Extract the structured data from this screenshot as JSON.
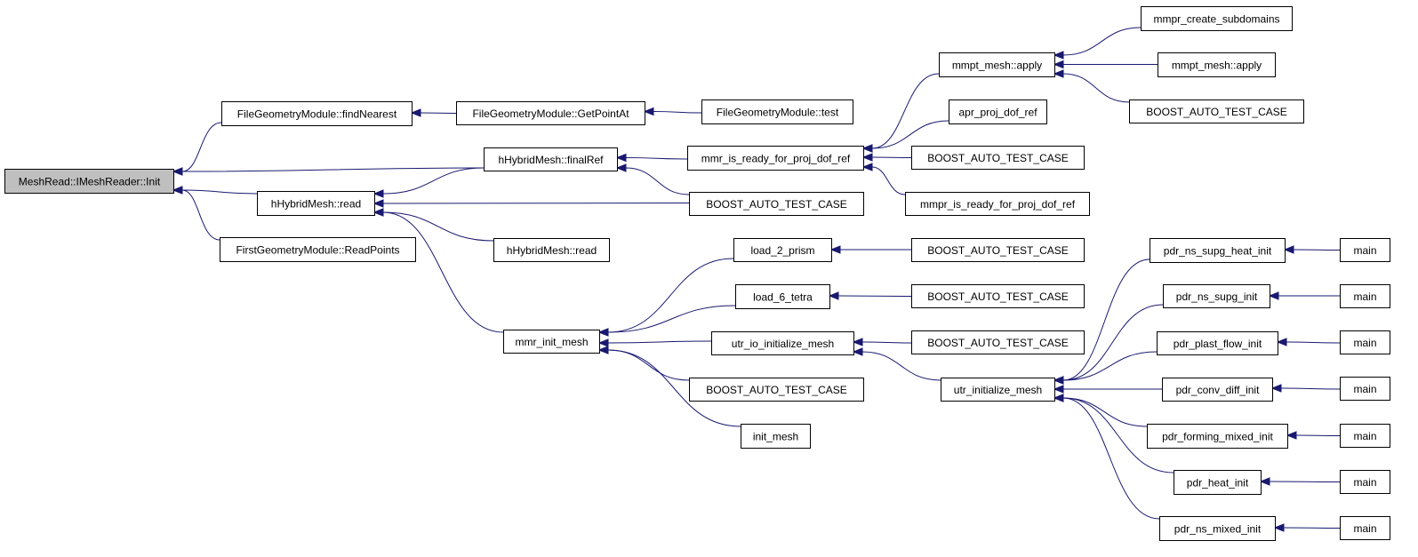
{
  "diagram": {
    "type": "call-graph",
    "colors": {
      "edge": "#191970",
      "root_fill": "#bfbfbf",
      "node_fill": "#ffffff",
      "node_border": "#000000"
    },
    "nodes": [
      {
        "id": "root",
        "label": "MeshRead::IMeshReader::Init",
        "root": true
      },
      {
        "id": "fg_findNearest",
        "label": "FileGeometryModule::findNearest"
      },
      {
        "id": "hh_finalRef",
        "label": "hHybridMesh::finalRef"
      },
      {
        "id": "hh_read",
        "label": "hHybridMesh::read"
      },
      {
        "id": "first_readpoints",
        "label": "FirstGeometryModule::ReadPoints"
      },
      {
        "id": "fg_getpointat",
        "label": "FileGeometryModule::GetPointAt"
      },
      {
        "id": "fg_test",
        "label": "FileGeometryModule::test"
      },
      {
        "id": "mmr_ready",
        "label": "mmr_is_ready_for_proj_dof_ref"
      },
      {
        "id": "bat_1",
        "label": "BOOST_AUTO_TEST_CASE"
      },
      {
        "id": "hh_read2",
        "label": "hHybridMesh::read"
      },
      {
        "id": "mmr_init_mesh",
        "label": "mmr_init_mesh"
      },
      {
        "id": "mmpt_apply1",
        "label": "mmpt_mesh::apply"
      },
      {
        "id": "apr_proj",
        "label": "apr_proj_dof_ref"
      },
      {
        "id": "bat_2",
        "label": "BOOST_AUTO_TEST_CASE"
      },
      {
        "id": "mmpr_ready",
        "label": "mmpr_is_ready_for_proj_dof_ref"
      },
      {
        "id": "mmpr_create",
        "label": "mmpr_create_subdomains"
      },
      {
        "id": "mmpt_apply2",
        "label": "mmpt_mesh::apply"
      },
      {
        "id": "bat_3",
        "label": "BOOST_AUTO_TEST_CASE"
      },
      {
        "id": "load_2_prism",
        "label": "load_2_prism"
      },
      {
        "id": "load_6_tetra",
        "label": "load_6_tetra"
      },
      {
        "id": "utr_io_init",
        "label": "utr_io_initialize_mesh"
      },
      {
        "id": "bat_4",
        "label": "BOOST_AUTO_TEST_CASE"
      },
      {
        "id": "init_mesh",
        "label": "init_mesh"
      },
      {
        "id": "bat_5",
        "label": "BOOST_AUTO_TEST_CASE"
      },
      {
        "id": "bat_6",
        "label": "BOOST_AUTO_TEST_CASE"
      },
      {
        "id": "bat_7",
        "label": "BOOST_AUTO_TEST_CASE"
      },
      {
        "id": "utr_init_mesh",
        "label": "utr_initialize_mesh"
      },
      {
        "id": "pdr_ns_supg_heat",
        "label": "pdr_ns_supg_heat_init"
      },
      {
        "id": "pdr_ns_supg",
        "label": "pdr_ns_supg_init"
      },
      {
        "id": "pdr_plast",
        "label": "pdr_plast_flow_init"
      },
      {
        "id": "pdr_conv",
        "label": "pdr_conv_diff_init"
      },
      {
        "id": "pdr_forming",
        "label": "pdr_forming_mixed_init"
      },
      {
        "id": "pdr_heat",
        "label": "pdr_heat_init"
      },
      {
        "id": "pdr_ns_mixed",
        "label": "pdr_ns_mixed_init"
      },
      {
        "id": "main1",
        "label": "main"
      },
      {
        "id": "main2",
        "label": "main"
      },
      {
        "id": "main3",
        "label": "main"
      },
      {
        "id": "main4",
        "label": "main"
      },
      {
        "id": "main5",
        "label": "main"
      },
      {
        "id": "main6",
        "label": "main"
      },
      {
        "id": "main7",
        "label": "main"
      }
    ],
    "edges": [
      {
        "from": "fg_findNearest",
        "to": "root"
      },
      {
        "from": "hh_finalRef",
        "to": "root"
      },
      {
        "from": "hh_read",
        "to": "root"
      },
      {
        "from": "first_readpoints",
        "to": "root"
      },
      {
        "from": "fg_getpointat",
        "to": "fg_findNearest"
      },
      {
        "from": "fg_test",
        "to": "fg_getpointat"
      },
      {
        "from": "mmr_ready",
        "to": "hh_finalRef"
      },
      {
        "from": "bat_1",
        "to": "hh_finalRef"
      },
      {
        "from": "hh_finalRef",
        "to": "hh_read"
      },
      {
        "from": "bat_1",
        "to": "hh_read"
      },
      {
        "from": "hh_read2",
        "to": "hh_read"
      },
      {
        "from": "mmr_init_mesh",
        "to": "hh_read"
      },
      {
        "from": "mmpt_apply1",
        "to": "mmr_ready"
      },
      {
        "from": "apr_proj",
        "to": "mmr_ready"
      },
      {
        "from": "bat_2",
        "to": "mmr_ready"
      },
      {
        "from": "mmpr_ready",
        "to": "mmr_ready"
      },
      {
        "from": "mmpr_create",
        "to": "mmpt_apply1"
      },
      {
        "from": "mmpt_apply2",
        "to": "mmpt_apply1"
      },
      {
        "from": "bat_3",
        "to": "mmpt_apply1"
      },
      {
        "from": "load_2_prism",
        "to": "mmr_init_mesh"
      },
      {
        "from": "load_6_tetra",
        "to": "mmr_init_mesh"
      },
      {
        "from": "utr_io_init",
        "to": "mmr_init_mesh"
      },
      {
        "from": "bat_4",
        "to": "mmr_init_mesh"
      },
      {
        "from": "init_mesh",
        "to": "mmr_init_mesh"
      },
      {
        "from": "bat_5",
        "to": "load_2_prism"
      },
      {
        "from": "bat_6",
        "to": "load_6_tetra"
      },
      {
        "from": "bat_7",
        "to": "utr_io_init"
      },
      {
        "from": "utr_init_mesh",
        "to": "utr_io_init"
      },
      {
        "from": "pdr_ns_supg_heat",
        "to": "utr_init_mesh"
      },
      {
        "from": "pdr_ns_supg",
        "to": "utr_init_mesh"
      },
      {
        "from": "pdr_plast",
        "to": "utr_init_mesh"
      },
      {
        "from": "pdr_conv",
        "to": "utr_init_mesh"
      },
      {
        "from": "pdr_forming",
        "to": "utr_init_mesh"
      },
      {
        "from": "pdr_heat",
        "to": "utr_init_mesh"
      },
      {
        "from": "pdr_ns_mixed",
        "to": "utr_init_mesh"
      },
      {
        "from": "main1",
        "to": "pdr_ns_supg_heat"
      },
      {
        "from": "main2",
        "to": "pdr_ns_supg"
      },
      {
        "from": "main3",
        "to": "pdr_plast"
      },
      {
        "from": "main4",
        "to": "pdr_conv"
      },
      {
        "from": "main5",
        "to": "pdr_forming"
      },
      {
        "from": "main6",
        "to": "pdr_heat"
      },
      {
        "from": "main7",
        "to": "pdr_ns_mixed"
      }
    ]
  }
}
